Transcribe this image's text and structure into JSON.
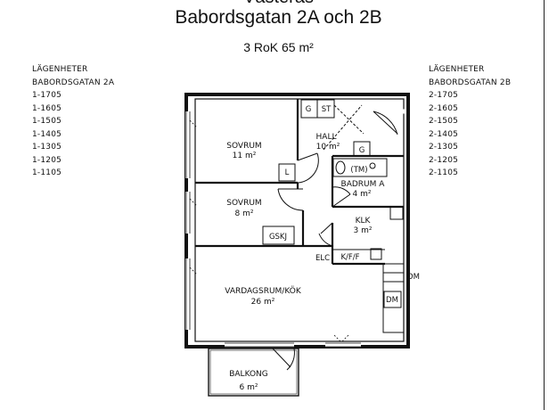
{
  "header": {
    "title_partial": "Västerås",
    "title": "Babordsgatan 2A och 2B",
    "subtitle": "3 RoK 65 m²"
  },
  "left_list": {
    "heading": "LÄGENHETER",
    "subheading": "BABORDSGATAN 2A",
    "units": [
      "1-1705",
      "1-1605",
      "1-1505",
      "1-1405",
      "1-1305",
      "1-1205",
      "1-1105"
    ]
  },
  "right_list": {
    "heading": "LÄGENHETER",
    "subheading": "BABORDSGATAN 2B",
    "units": [
      "2-1705",
      "2-1605",
      "2-1505",
      "2-1405",
      "2-1305",
      "2-1205",
      "2-1105"
    ]
  },
  "rooms": {
    "sovrum1": {
      "name": "SOVRUM",
      "area": "11 m²"
    },
    "sovrum2": {
      "name": "SOVRUM",
      "area": "8 m²"
    },
    "hall": {
      "name": "HALL",
      "area": "10 m²"
    },
    "badrum": {
      "name": "BADRUM A",
      "area": "4 m²"
    },
    "klk": {
      "name": "KLK",
      "area": "3 m²"
    },
    "vardagsrum": {
      "name": "VARDAGSRUM/KÖK",
      "area": "26 m²"
    },
    "balkong": {
      "name": "BALKONG",
      "area": "6 m²"
    }
  },
  "fixtures": {
    "g1": "G",
    "st": "ST",
    "g2": "G",
    "tm": "(TM)",
    "l": "L",
    "gskj": "GSKJ",
    "elc": "ELC",
    "kff": "K/F/F",
    "dm1": "DM",
    "dm2": "DM"
  }
}
